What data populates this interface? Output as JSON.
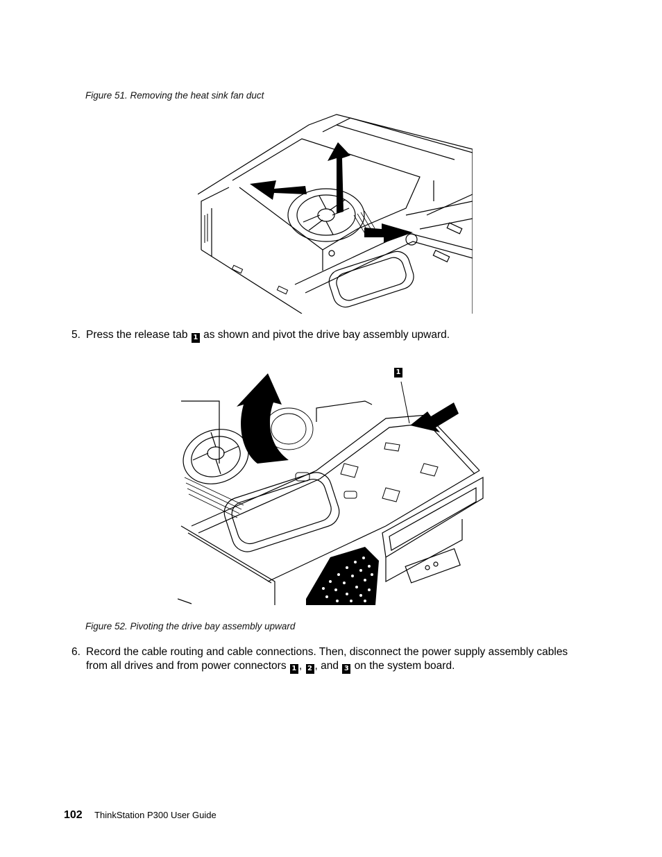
{
  "figure51": {
    "caption": "Figure 51.  Removing the heat sink fan duct"
  },
  "step5": {
    "number": "5.",
    "text_before": "Press the release tab",
    "badge": "1",
    "text_after": "as shown and pivot the drive bay assembly upward."
  },
  "figure52": {
    "callout": "1",
    "caption": "Figure 52.  Pivoting the drive bay assembly upward"
  },
  "step6": {
    "number": "6.",
    "text_line1": "Record the cable routing and cable connections. Then, disconnect the power supply assembly cables",
    "text_line2_a": "from all drives and from power connectors",
    "badge1": "1",
    "sep1": ",",
    "badge2": "2",
    "sep2": ", and",
    "badge3": "3",
    "text_line2_b": "on the system board."
  },
  "footer": {
    "page_number": "102",
    "guide_title": "ThinkStation P300 User Guide"
  }
}
